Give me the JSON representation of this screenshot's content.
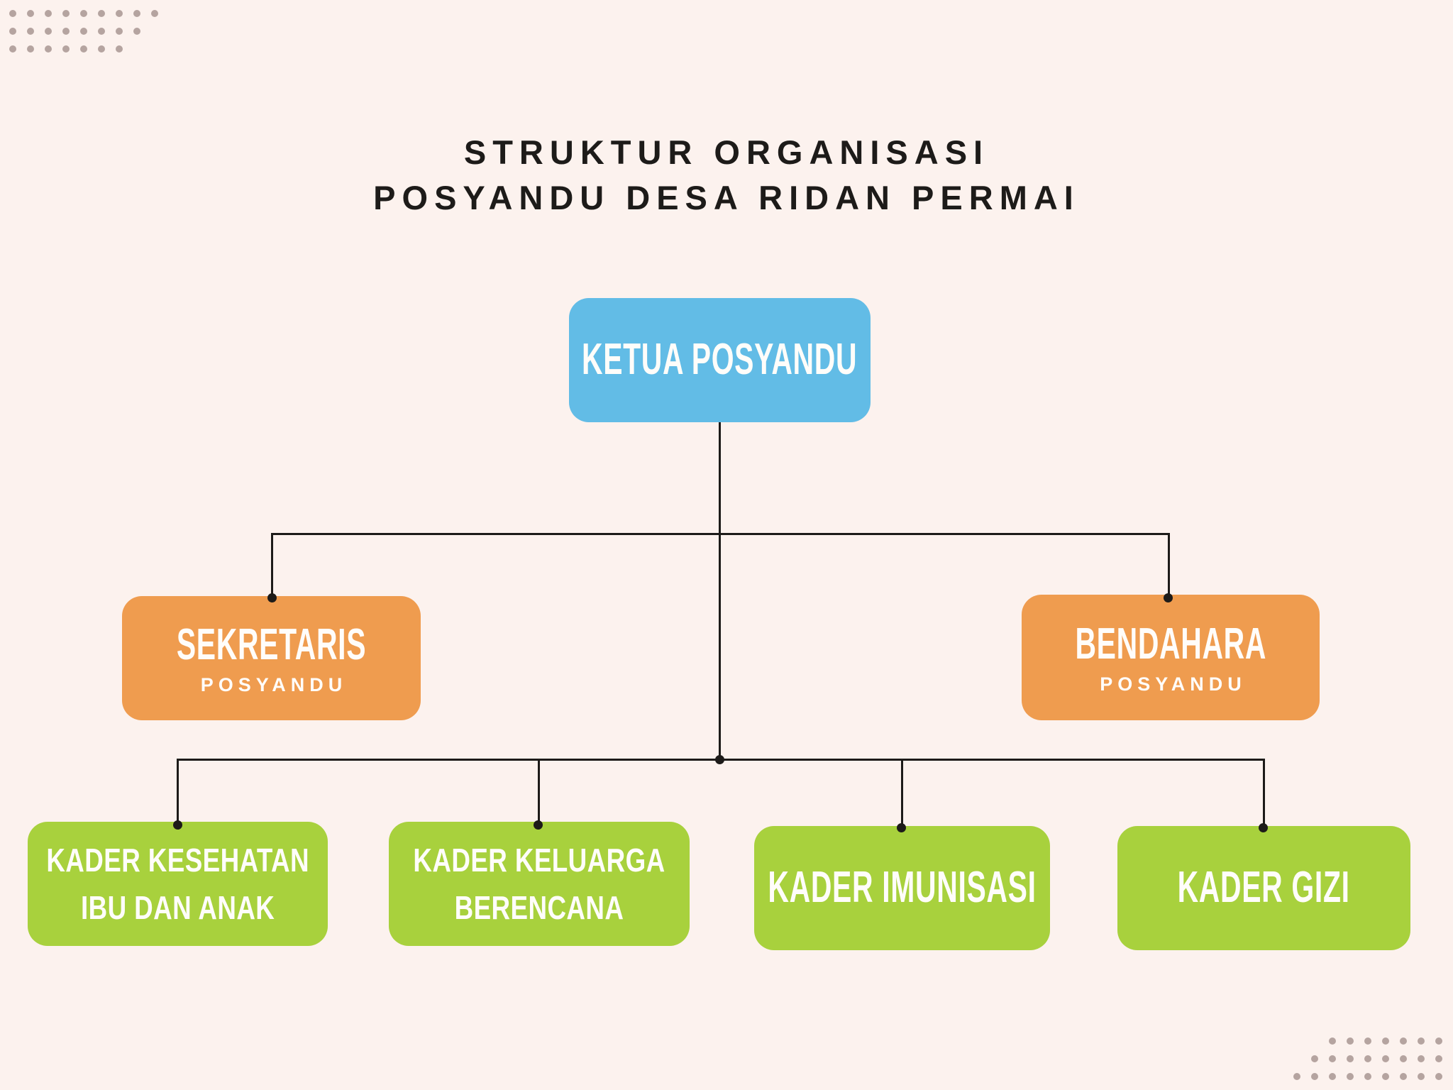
{
  "title": {
    "line1": "STRUKTUR ORGANISASI",
    "line2": "POSYANDU DESA RIDAN PERMAI"
  },
  "org_chart": {
    "root": {
      "label": "KETUA POSYANDU"
    },
    "level2": [
      {
        "label": "SEKRETARIS",
        "sublabel": "POSYANDU"
      },
      {
        "label": "BENDAHARA",
        "sublabel": "POSYANDU"
      }
    ],
    "level3": [
      {
        "label_line1": "KADER KESEHATAN",
        "label_line2": "IBU DAN ANAK"
      },
      {
        "label_line1": "KADER KELUARGA",
        "label_line2": "BERENCANA"
      },
      {
        "label_line1": "KADER IMUNISASI",
        "label_line2": ""
      },
      {
        "label_line1": "KADER GIZI",
        "label_line2": ""
      }
    ]
  },
  "colors": {
    "background": "#fcf2ee",
    "node_blue": "#62bce6",
    "node_orange": "#ef9c4f",
    "node_green": "#a8d13d",
    "node_text": "#fffdfa",
    "connector": "#1d1b19",
    "title_text": "#1d1b19",
    "deco_dot": "#b5a4a0"
  },
  "decorations": {
    "top_left_dot_rows": [
      9,
      8,
      7
    ],
    "bottom_right_dot_rows": [
      7,
      8,
      9
    ]
  }
}
